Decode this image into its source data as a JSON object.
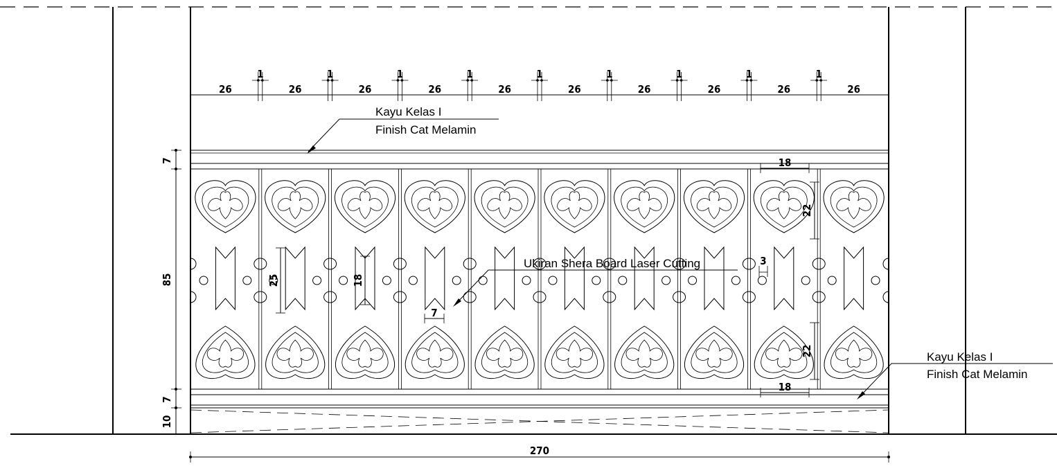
{
  "drawing": {
    "top_dims": [
      "26",
      "1",
      "26",
      "1",
      "26",
      "1",
      "26",
      "1",
      "26",
      "1",
      "26",
      "1",
      "26",
      "1",
      "26",
      "1",
      "26",
      "1",
      "26"
    ],
    "overall_width": "270",
    "heights": {
      "top_rail": "7",
      "panel": "85",
      "bottom_rail": "7",
      "plinth": "10"
    },
    "detail_dims": {
      "motif_width_top": "18",
      "motif_height_top": "22",
      "slot_gap": "3",
      "slot_height_a": "25",
      "slot_height_b": "18",
      "slot_width": "7",
      "motif_height_bottom": "22",
      "motif_width_bottom": "18"
    },
    "notes": {
      "top_material_line1": "Kayu Kelas I",
      "top_material_line2": "Finish Cat Melamin",
      "carving": "Ukiran Shera Board Laser Cutting",
      "bottom_material_line1": "Kayu Kelas I",
      "bottom_material_line2": "Finish Cat Melamin"
    }
  }
}
